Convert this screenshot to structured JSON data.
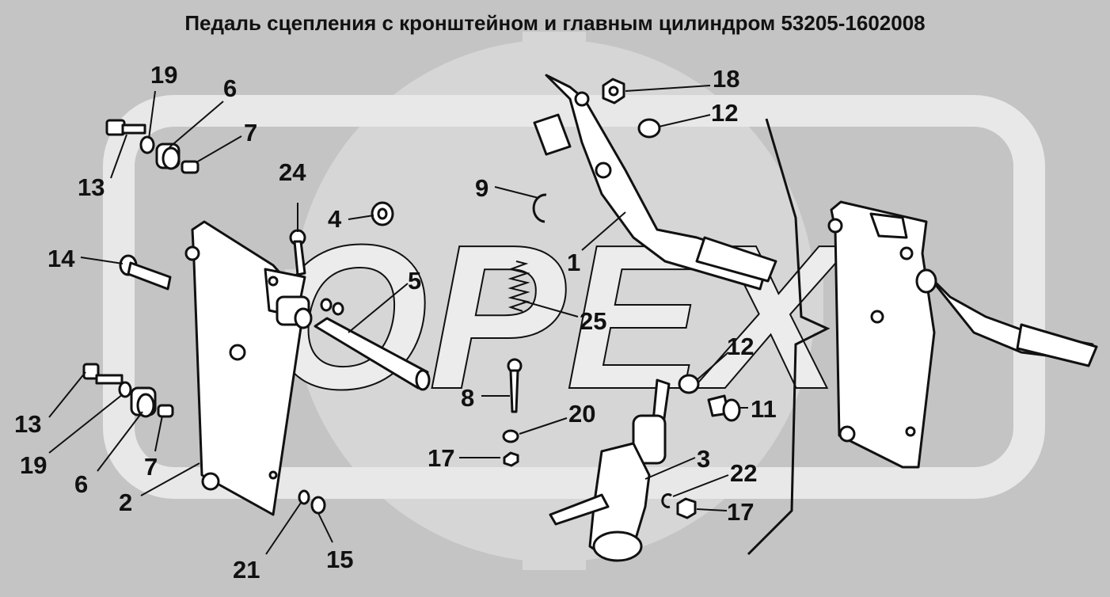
{
  "title": "Педаль сцепления с кронштейном и главным цилиндром 53205-1602008",
  "watermark": {
    "text": "OPEX",
    "color": "#e6e6e6"
  },
  "colors": {
    "background": "#c4c4c4",
    "ink": "#111111",
    "part_fill": "#ffffff"
  },
  "callouts": [
    {
      "id": "c19a",
      "text": "19"
    },
    {
      "id": "c6a",
      "text": "6"
    },
    {
      "id": "c7a",
      "text": "7"
    },
    {
      "id": "c13a",
      "text": "13"
    },
    {
      "id": "c24",
      "text": "24"
    },
    {
      "id": "c4",
      "text": "4"
    },
    {
      "id": "c14",
      "text": "14"
    },
    {
      "id": "c5",
      "text": "5"
    },
    {
      "id": "c9",
      "text": "9"
    },
    {
      "id": "c1",
      "text": "1"
    },
    {
      "id": "c18",
      "text": "18"
    },
    {
      "id": "c12a",
      "text": "12"
    },
    {
      "id": "c25",
      "text": "25"
    },
    {
      "id": "c12b",
      "text": "12"
    },
    {
      "id": "c11",
      "text": "11"
    },
    {
      "id": "c8",
      "text": "8"
    },
    {
      "id": "c20",
      "text": "20"
    },
    {
      "id": "c17a",
      "text": "17"
    },
    {
      "id": "c3",
      "text": "3"
    },
    {
      "id": "c22",
      "text": "22"
    },
    {
      "id": "c17b",
      "text": "17"
    },
    {
      "id": "c13b",
      "text": "13"
    },
    {
      "id": "c19b",
      "text": "19"
    },
    {
      "id": "c7b",
      "text": "7"
    },
    {
      "id": "c6b",
      "text": "6"
    },
    {
      "id": "c2",
      "text": "2"
    },
    {
      "id": "c21",
      "text": "21"
    },
    {
      "id": "c15",
      "text": "15"
    }
  ]
}
